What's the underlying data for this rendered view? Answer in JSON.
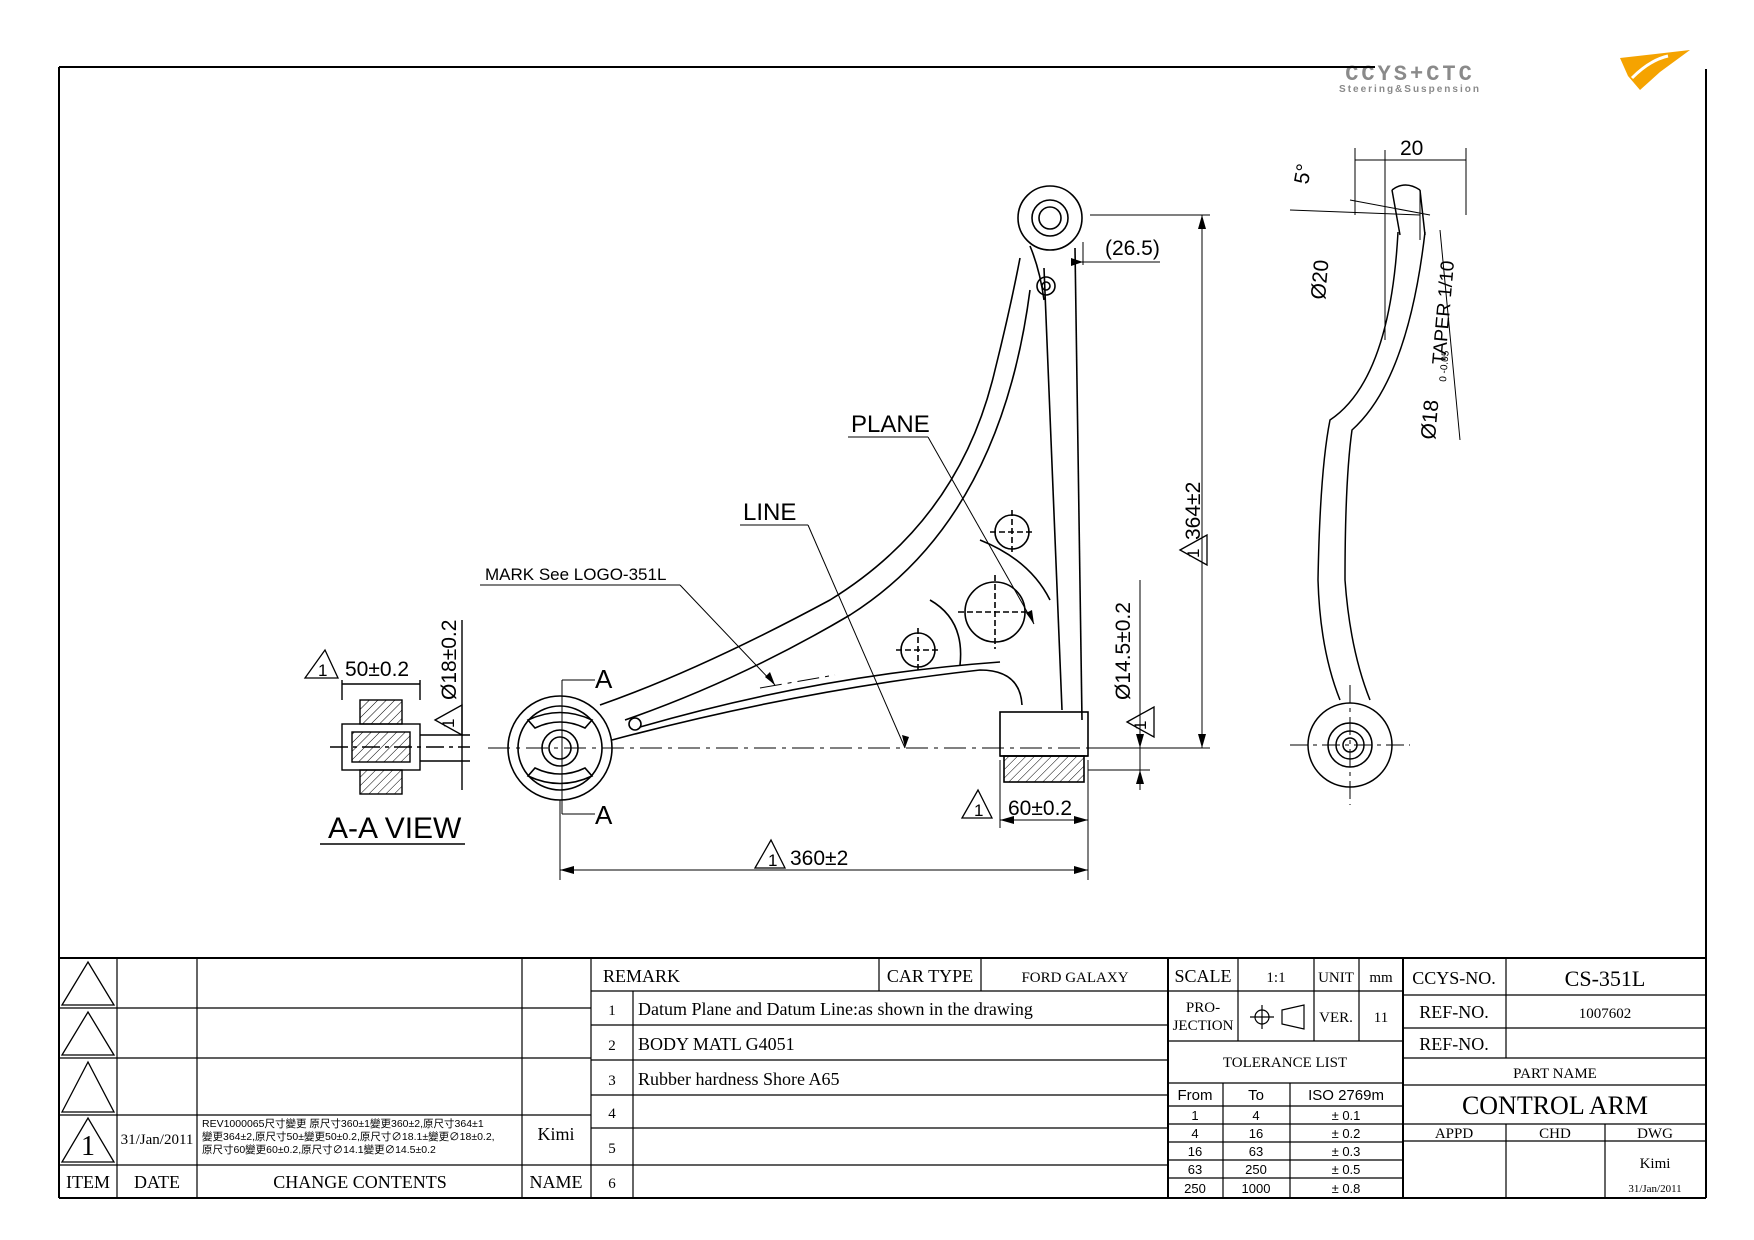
{
  "logo": {
    "brand": "CCYS+CTC",
    "tagline": "Steering&Suspension",
    "accent": "#f5a300",
    "gray": "#8a8a8a"
  },
  "drawing": {
    "labels": {
      "plane": "PLANE",
      "line": "LINE",
      "mark": "MARK See LOGO-351L",
      "section_a_top": "A",
      "section_a_bottom": "A",
      "aa_view": "A-A VIEW"
    },
    "dims": {
      "d_26_5": "(26.5)",
      "d_364": "364±2",
      "d_14_5": "Ø14.5±0.2",
      "d_60": "60±0.2",
      "d_360": "360±2",
      "d_50": "50±0.2",
      "d_18": "Ø18±0.2",
      "d_20": "20",
      "d_5deg": "5°",
      "d_phi20": "Ø20",
      "d_taper_main": "Ø18",
      "d_taper_tol": "0 -0.05",
      "d_taper_text": "TAPER 1/10"
    },
    "rev_mark": "1"
  },
  "title_block": {
    "revisions": {
      "headers": {
        "item": "ITEM",
        "date": "DATE",
        "change": "CHANGE CONTENTS",
        "name": "NAME"
      },
      "row": {
        "item": "1",
        "date": "31/Jan/2011",
        "change_lines": [
          "REV1000065尺寸變更 原尺寸360±1變更360±2,原尺寸364±1",
          "變更364±2,原尺寸50±變更50±0.2,原尺寸∅18.1±變更∅18±0.2,",
          "原尺寸60變更60±0.2,原尺寸∅14.1變更∅14.5±0.2"
        ],
        "name": "Kimi"
      }
    },
    "remark": {
      "label": "REMARK",
      "car_type_label": "CAR TYPE",
      "car_type": "FORD GALAXY",
      "items": [
        {
          "no": "1",
          "text": "Datum Plane and Datum Line:as shown in the drawing"
        },
        {
          "no": "2",
          "text": "BODY  MATL  G4051"
        },
        {
          "no": "3",
          "text": "Rubber hardness Shore A65"
        },
        {
          "no": "4",
          "text": ""
        },
        {
          "no": "5",
          "text": ""
        },
        {
          "no": "6",
          "text": ""
        }
      ]
    },
    "scale_label": "SCALE",
    "scale": "1:1",
    "unit_label": "UNIT",
    "unit": "mm",
    "projection_label_1": "PRO-",
    "projection_label_2": "JECTION",
    "ver_label": "VER.",
    "ver": "11",
    "tolerance": {
      "title": "TOLERANCE LIST",
      "headers": [
        "From",
        "To",
        "ISO 2769m"
      ],
      "rows": [
        [
          "1",
          "4",
          "± 0.1"
        ],
        [
          "4",
          "16",
          "± 0.2"
        ],
        [
          "16",
          "63",
          "± 0.3"
        ],
        [
          "63",
          "250",
          "± 0.5"
        ],
        [
          "250",
          "1000",
          "± 0.8"
        ]
      ]
    },
    "ccys_no_label": "CCYS-NO.",
    "ccys_no": "CS-351L",
    "ref_no_label": "REF-NO.",
    "ref_no": "1007602",
    "ref_no2_label": "REF-NO.",
    "ref_no2": "",
    "part_name_label": "PART NAME",
    "part_name": "CONTROL ARM",
    "appd_label": "APPD",
    "chd_label": "CHD",
    "dwg_label": "DWG",
    "dwg_name": "Kimi",
    "dwg_date": "31/Jan/2011"
  }
}
